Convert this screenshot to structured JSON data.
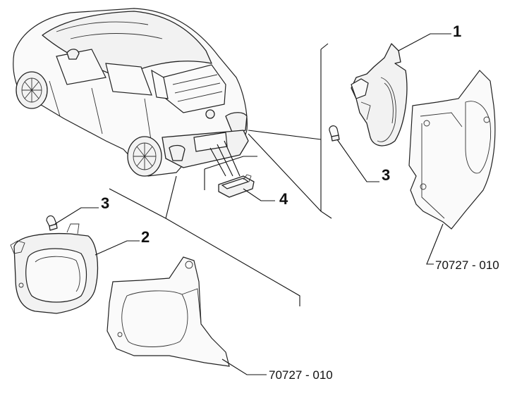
{
  "callouts": {
    "c1": "1",
    "c2": "2",
    "c3_upper": "3",
    "c3_left": "3",
    "c4": "4"
  },
  "references": {
    "rear_cover_code": "70727 - 010",
    "front_cover_code": "70727 - 010"
  }
}
